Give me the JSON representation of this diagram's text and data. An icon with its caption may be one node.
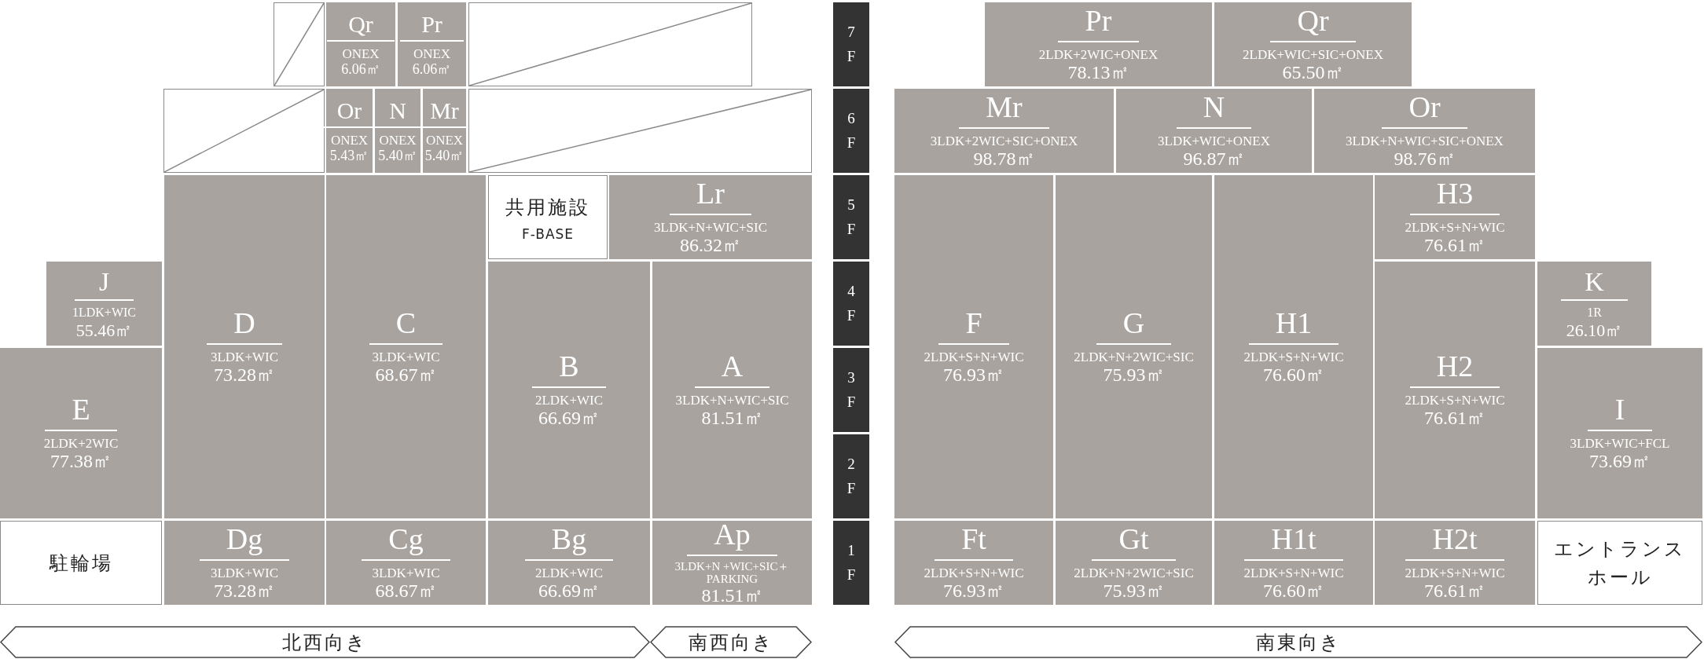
{
  "diagram": {
    "nodes": [
      {
        "text": [],
        "shape": "box"
      },
      {
        "text": [
          "Qr",
          "ONEX",
          "6.06㎡"
        ]
      },
      {
        "text": [
          "Pr",
          "ONEX",
          "6.06㎡"
        ]
      },
      {
        "text": [],
        "shape": "box"
      },
      {
        "text": [],
        "shape": "box"
      },
      {
        "text": [
          "Or",
          "ONEX",
          "5.43㎡"
        ]
      },
      {
        "text": [
          "N",
          "ONEX",
          "5.40㎡"
        ]
      },
      {
        "text": [
          "Mr",
          "ONEX",
          "5.40㎡"
        ]
      },
      {
        "text": [],
        "shape": "box"
      },
      {
        "text": [
          "D",
          "3LDK+WIC",
          "73.28㎡"
        ]
      },
      {
        "text": [
          "C",
          "3LDK+WIC",
          "68.67㎡"
        ]
      },
      {
        "text": [
          "共用施設",
          "F-BASE"
        ]
      },
      {
        "text": [
          "Lr",
          "3LDK+N+WIC+SIC",
          "86.32㎡"
        ]
      },
      {
        "text": [
          "J",
          "1LDK+WIC",
          "55.46㎡"
        ]
      },
      {
        "text": [
          "B",
          "2LDK+WIC",
          "66.69㎡"
        ]
      },
      {
        "text": [
          "A",
          "3LDK+N+WIC+SIC",
          "81.51㎡"
        ]
      },
      {
        "text": [
          "E",
          "2LDK+2WIC",
          "77.38㎡"
        ]
      },
      {
        "text": [
          "駐輪場"
        ]
      },
      {
        "text": [
          "Dg",
          "3LDK+WIC",
          "73.28㎡"
        ]
      },
      {
        "text": [
          "Cg",
          "3LDK+WIC",
          "68.67㎡"
        ]
      },
      {
        "text": [
          "Bg",
          "2LDK+WIC",
          "66.69㎡"
        ]
      },
      {
        "text": [
          "Ap",
          "3LDK+N +WIC+SIC＋PARKING",
          "81.51㎡"
        ]
      },
      {
        "text": [
          "北西向き"
        ]
      },
      {
        "text": [
          "南西向き"
        ]
      },
      {
        "text": [
          "7 F"
        ]
      },
      {
        "text": [
          "6 F"
        ]
      },
      {
        "text": [
          "5 F"
        ]
      },
      {
        "text": [
          "4 F"
        ]
      },
      {
        "text": [
          "3 F"
        ]
      },
      {
        "text": [
          "2 F"
        ]
      },
      {
        "text": [
          "1 F"
        ]
      },
      {
        "text": [
          "Pr",
          "2LDK+2WIC+ONEX",
          "78.13㎡"
        ]
      },
      {
        "text": [
          "Qr",
          "2LDK+WIC+SIC+ONEX",
          "65.50㎡"
        ]
      },
      {
        "text": [
          "Mr",
          "3LDK+2WIC+SIC+ONEX",
          "98.78㎡"
        ]
      },
      {
        "text": [
          "N",
          "3LDK+WIC+ONEX",
          "96.87㎡"
        ]
      },
      {
        "text": [
          "Or",
          "3LDK+N+WIC+SIC+ONEX",
          "98.76㎡"
        ]
      },
      {
        "text": [
          "F",
          "2LDK+S+N+WIC",
          "76.93㎡"
        ]
      },
      {
        "text": [
          "G",
          "2LDK+N+2WIC+SIC",
          "75.93㎡"
        ]
      },
      {
        "text": [
          "H1",
          "2LDK+S+N+WIC",
          "76.60㎡"
        ]
      },
      {
        "text": [
          "H3",
          "2LDK+S+N+WIC",
          "76.61㎡"
        ]
      },
      {
        "text": [
          "K",
          "1R",
          "26.10㎡"
        ]
      },
      {
        "text": [
          "H2",
          "2LDK+S+N+WIC",
          "76.61㎡"
        ]
      },
      {
        "text": [
          "I",
          "3LDK+WIC+FCL",
          "73.69㎡"
        ]
      },
      {
        "text": [
          "Ft",
          "2LDK+S+N+WIC",
          "76.93㎡"
        ]
      },
      {
        "text": [
          "Gt",
          "2LDK+N+2WIC+SIC",
          "75.93㎡"
        ]
      },
      {
        "text": [
          "H1t",
          "2LDK+S+N+WIC",
          "76.60㎡"
        ]
      },
      {
        "text": [
          "H2t",
          "2LDK+S+N+WIC",
          "76.61㎡"
        ]
      },
      {
        "text": [
          "エントランスホール"
        ]
      },
      {
        "text": [
          "南東向き"
        ]
      }
    ]
  }
}
